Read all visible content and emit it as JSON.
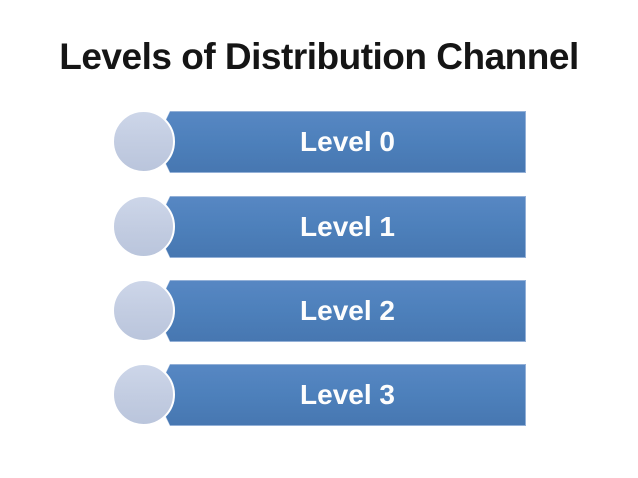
{
  "slide": {
    "title": "Levels of Distribution Channel",
    "colors": {
      "background": "#ffffff",
      "title_text": "#151515",
      "bar_fill": "#4d80bb",
      "bar_outline": "#93b0d7",
      "bar_text": "#fdfdfd",
      "circle_fill": "#c2cce1",
      "circle_outline": "#ffffff"
    },
    "levels": [
      {
        "label": "Level 0"
      },
      {
        "label": "Level 1"
      },
      {
        "label": "Level 2"
      },
      {
        "label": "Level 3"
      }
    ]
  }
}
